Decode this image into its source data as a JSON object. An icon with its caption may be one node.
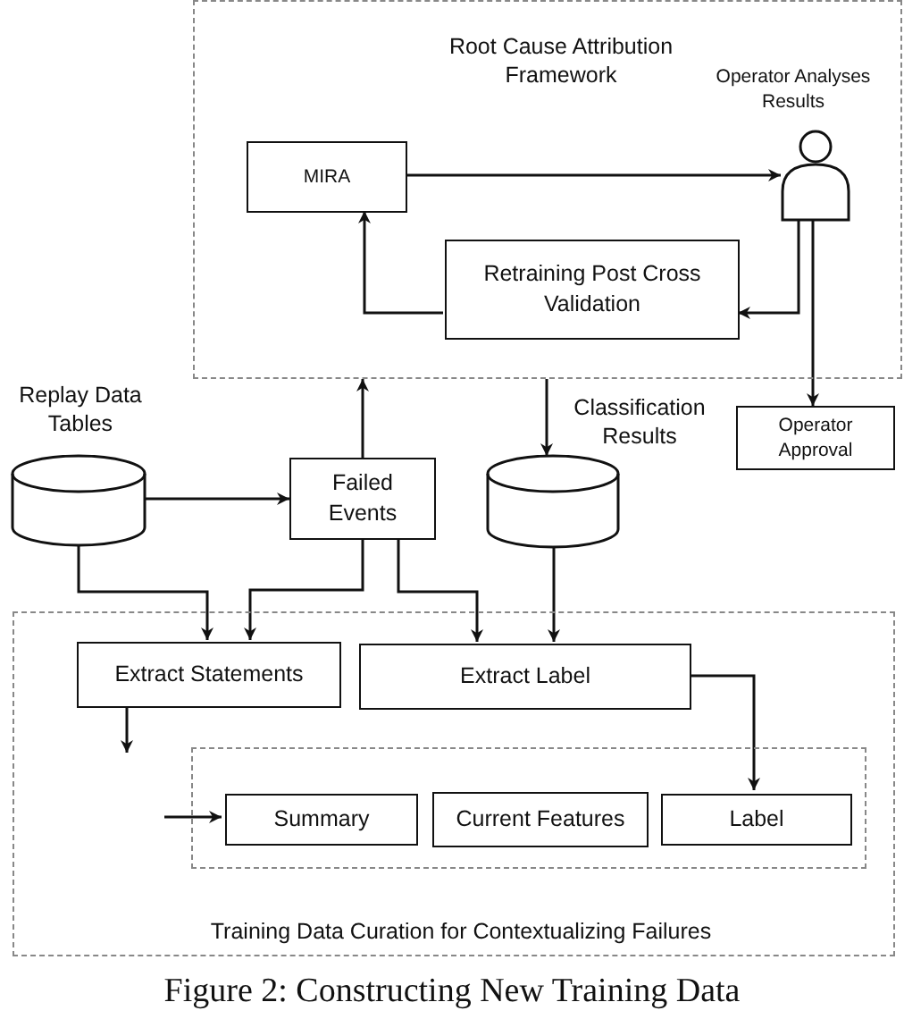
{
  "diagram": {
    "caption": "Figure 2: Constructing New Training Data",
    "nodes": [
      {
        "text": [
          "Root Cause Attribution Framework"
        ]
      },
      {
        "text": [
          "MIRA"
        ],
        "in": 0
      },
      {
        "text": [
          "Operator Analyses Results"
        ],
        "in": 0
      },
      {
        "text": [
          "Retraining Post Cross Validation"
        ],
        "in": 0
      },
      {
        "text": [
          "Operator Approval"
        ]
      },
      {
        "text": [
          "Replay Data Tables"
        ]
      },
      {
        "text": [
          "Failed Events"
        ]
      },
      {
        "text": [
          "Classification Results"
        ]
      },
      {
        "text": [
          "Training Data Curation for Contextualizing Failures"
        ]
      },
      {
        "text": [
          "Extract Statements"
        ],
        "in": 8
      },
      {
        "text": [
          "Extract Label"
        ],
        "in": 8
      },
      {
        "text": [],
        "shape": "box",
        "in": 8
      },
      {
        "text": [
          "Summary"
        ],
        "in": 11
      },
      {
        "text": [
          "Current Features"
        ],
        "in": 11
      },
      {
        "text": [
          "Label"
        ],
        "in": 11
      }
    ],
    "edges": [
      {
        "from": 1,
        "to": 2,
        "arrow": "to"
      },
      {
        "from": 2,
        "to": 3,
        "arrow": "to"
      },
      {
        "from": 3,
        "to": 1,
        "arrow": "to"
      },
      {
        "from": 2,
        "to": 4,
        "arrow": "to"
      },
      {
        "from": 6,
        "to": 0,
        "arrow": "to"
      },
      {
        "from": 0,
        "to": 7,
        "arrow": "to"
      },
      {
        "from": 5,
        "to": 6,
        "arrow": "to"
      },
      {
        "from": 5,
        "to": 9,
        "arrow": "to"
      },
      {
        "from": 6,
        "to": 9,
        "arrow": "to"
      },
      {
        "from": 6,
        "to": 10,
        "arrow": "to"
      },
      {
        "from": 7,
        "to": 10,
        "arrow": "to"
      },
      {
        "from": 10,
        "to": 14,
        "arrow": "to"
      },
      {
        "from": 9,
        "to": null,
        "arrow": "to"
      },
      {
        "from": null,
        "to": 12,
        "arrow": "to"
      }
    ]
  }
}
